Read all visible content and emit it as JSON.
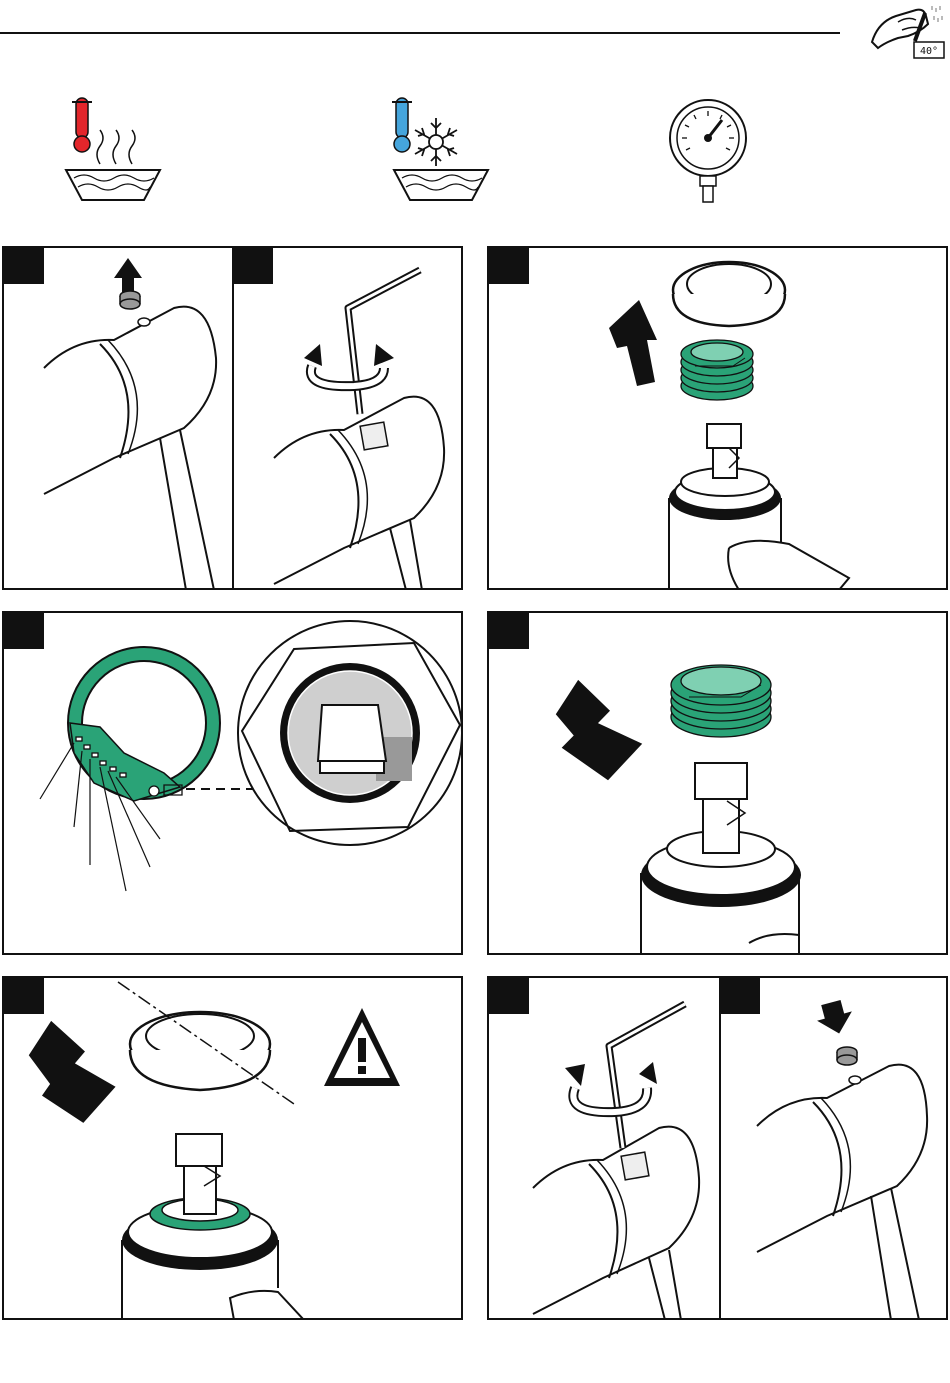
{
  "header": {
    "icon": "hand-turning-handle-icon",
    "display_reading": "40°"
  },
  "legend": {
    "icons": [
      "hot-water-icon",
      "cold-water-icon",
      "pressure-gauge-icon"
    ],
    "colors": {
      "hot": "#e3262b",
      "cold": "#45a5dc",
      "accent_green": "#2aa377",
      "line": "#111111"
    }
  },
  "steps": [
    {
      "id": 1,
      "label": "",
      "icon": "remove-cap-icon"
    },
    {
      "id": 2,
      "label": "",
      "icon": "loosen-screw-icon"
    },
    {
      "id": 3,
      "label": "",
      "icon": "lift-off-sleeve-icon"
    },
    {
      "id": 4,
      "label": "",
      "icon": "ring-adjustment-detail-icon"
    },
    {
      "id": 5,
      "label": "",
      "icon": "fit-green-ring-icon"
    },
    {
      "id": 6,
      "label": "",
      "icon": "fit-sleeve-warning-icon"
    },
    {
      "id": 7,
      "label": "",
      "icon": "tighten-screw-icon"
    },
    {
      "id": 8,
      "label": "",
      "icon": "insert-cap-icon"
    }
  ]
}
